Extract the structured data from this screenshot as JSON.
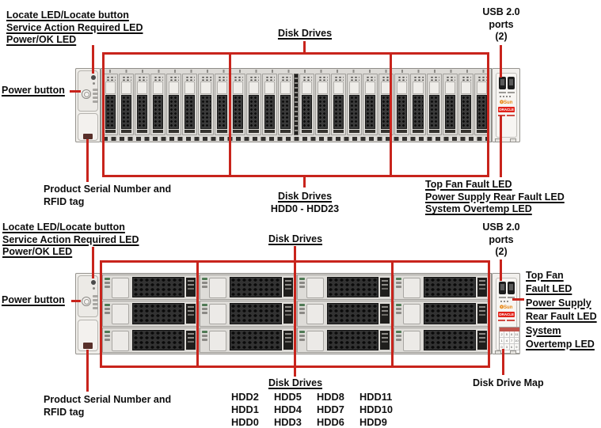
{
  "figure1": {
    "drive_count": 24,
    "labels": {
      "led_block": [
        "Locate LED/Locate button",
        "Service Action Required LED",
        "Power/OK LED"
      ],
      "power_button": "Power button",
      "disk_drives_top": "Disk Drives",
      "usb": [
        "USB 2.0",
        "ports",
        "(2)"
      ],
      "serial": [
        "Product Serial Number and",
        "RFID tag"
      ],
      "disk_drives_bottom_title": "Disk Drives",
      "disk_drives_bottom_range": "HDD0 - HDD23",
      "right_leds": [
        "Top Fan Fault LED",
        "Power Supply Rear Fault LED",
        "System Overtemp LED"
      ]
    }
  },
  "figure2": {
    "drive_rows": 3,
    "drive_cols": 4,
    "labels": {
      "led_block": [
        "Locate LED/Locate button",
        "Service Action Required LED",
        "Power/OK LED"
      ],
      "power_button": "Power button",
      "disk_drives_top": "Disk Drives",
      "usb": [
        "USB 2.0",
        "ports",
        "(2)"
      ],
      "right_leds": [
        "Top Fan",
        "Fault LED",
        "Power Supply",
        "Rear Fault LED",
        "System",
        "Overtemp LED"
      ],
      "serial": [
        "Product Serial Number and",
        "RFID tag"
      ],
      "disk_drives_bottom_title": "Disk Drives",
      "disk_drive_map": "Disk Drive Map"
    },
    "hdd_rows": [
      [
        "HDD2",
        "HDD5",
        "HDD8",
        "HDD11"
      ],
      [
        "HDD1",
        "HDD4",
        "HDD7",
        "HDD10"
      ],
      [
        "HDD0",
        "HDD3",
        "HDD6",
        "HDD9"
      ]
    ],
    "map_grid": [
      [
        2,
        5,
        8,
        11
      ],
      [
        1,
        4,
        7,
        10
      ],
      [
        0,
        3,
        6,
        9
      ]
    ]
  },
  "branding": {
    "sun_logo": "❂Sun",
    "oracle_logo": "ORACLE"
  },
  "colors": {
    "callout_red": "#c8241c",
    "oracle_red": "#e2231a",
    "sun_orange": "#e8830b"
  }
}
